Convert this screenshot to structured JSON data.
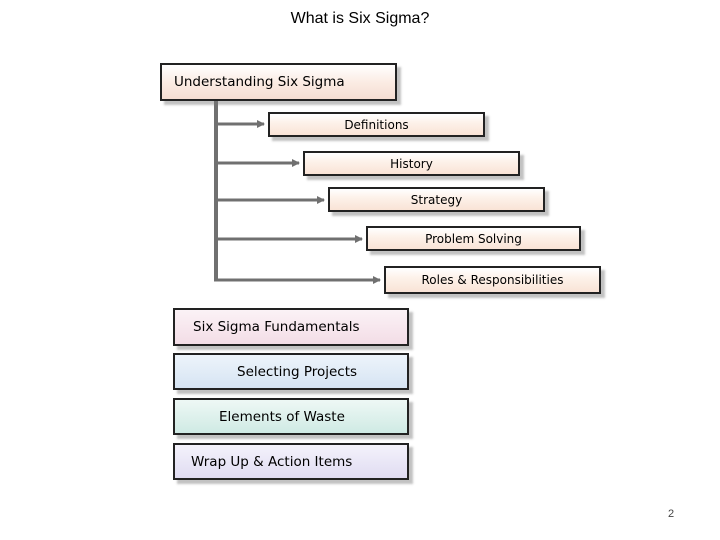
{
  "title": "What is Six Sigma?",
  "sections": {
    "understanding": {
      "label": "Understanding Six Sigma",
      "children": [
        "Definitions",
        "History",
        "Strategy",
        "Problem Solving",
        "Roles & Responsibilities"
      ]
    },
    "fundamentals": "Six Sigma Fundamentals",
    "selecting_projects": "Selecting Projects",
    "elements_of_waste": "Elements of Waste",
    "wrap_up": "Wrap Up & Action Items"
  },
  "page_number": "2",
  "colors": {
    "connector": "#707070",
    "border": "#222222"
  }
}
